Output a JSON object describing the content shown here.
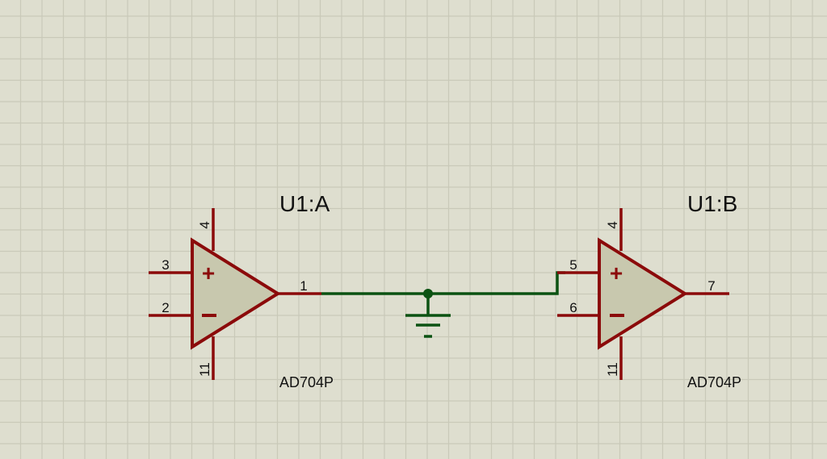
{
  "schematic": {
    "colors": {
      "background": "#dedecf",
      "grid": "#c9c9b9",
      "component_outline": "#8b0a0a",
      "component_fill": "#c8c8ae",
      "wire": "#0b5212",
      "text": "#111111"
    },
    "components": [
      {
        "ref": "U1:A",
        "part": "AD704P",
        "pins": {
          "noninverting": "3",
          "inverting": "2",
          "output": "1",
          "vpos": "4",
          "vneg": "11"
        },
        "symbols": {
          "plus": "+",
          "minus": "−"
        }
      },
      {
        "ref": "U1:B",
        "part": "AD704P",
        "pins": {
          "noninverting": "5",
          "inverting": "6",
          "output": "7",
          "vpos": "4",
          "vneg": "11"
        },
        "symbols": {
          "plus": "+",
          "minus": "−"
        }
      }
    ],
    "nets": [
      {
        "name": "ground-net",
        "connects": [
          "U1:A pin 1",
          "U1:B pin 5",
          "GND"
        ]
      }
    ],
    "ground_symbol": "ground-icon"
  }
}
